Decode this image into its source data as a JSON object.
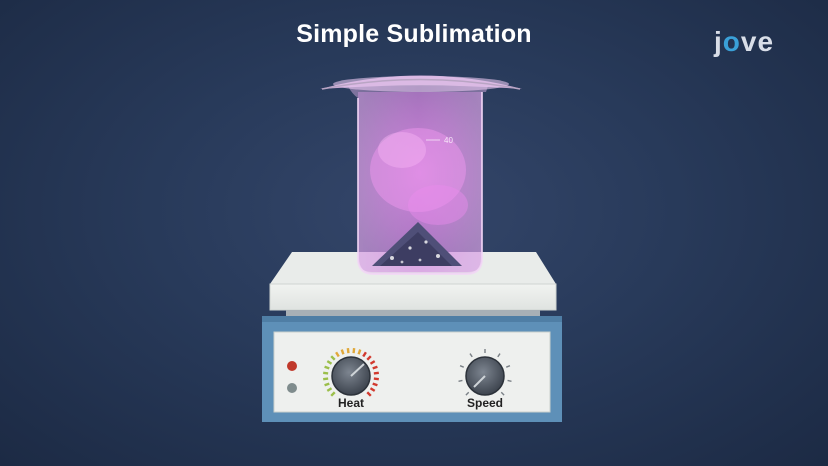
{
  "header": {
    "title": "Simple Sublimation"
  },
  "brand": {
    "logo_text_left": "j",
    "logo_text_accent": "o",
    "logo_text_right": "ve"
  },
  "hotplate": {
    "heat_label": "Heat",
    "speed_label": "Speed",
    "heat_indicator_color": "#c0392b",
    "speed_indicator_color": "#7f8c8d"
  },
  "beaker": {
    "mark": "40",
    "vapor_color": "#e07ee8"
  },
  "colors": {
    "background": "#283a5a",
    "stand_blue": "#5e90b8"
  }
}
